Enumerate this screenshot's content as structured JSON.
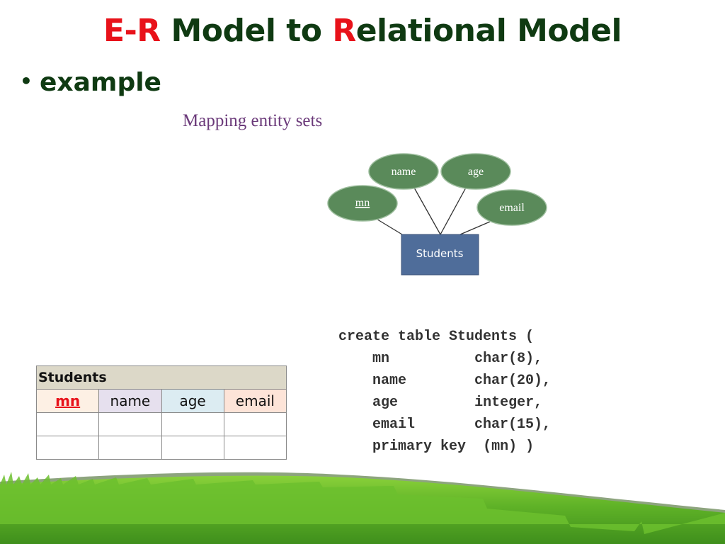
{
  "slide": {
    "title_parts": [
      {
        "text": "E-R",
        "style": "red"
      },
      {
        "text": " Model to ",
        "style": "normal"
      },
      {
        "text": "R",
        "style": "red"
      },
      {
        "text": "elational Model",
        "style": "normal"
      }
    ],
    "bullet": "example",
    "subheading": "Mapping entity sets"
  },
  "er_diagram": {
    "entity": "Students",
    "attributes": [
      {
        "label": "name",
        "key": false
      },
      {
        "label": "age",
        "key": false
      },
      {
        "label": "mn",
        "key": true
      },
      {
        "label": "email",
        "key": false
      }
    ]
  },
  "relation_table": {
    "name": "Students",
    "columns": [
      {
        "label": "mn",
        "primary_key": true
      },
      {
        "label": "name",
        "primary_key": false
      },
      {
        "label": "age",
        "primary_key": false
      },
      {
        "label": "email",
        "primary_key": false
      }
    ],
    "empty_rows": 2
  },
  "sql": {
    "header": "create table Students (",
    "fields": [
      {
        "name": "mn",
        "type": "char(8),"
      },
      {
        "name": "name",
        "type": "char(20),"
      },
      {
        "name": "age",
        "type": "integer,"
      },
      {
        "name": "email",
        "type": "char(15),"
      },
      {
        "name": "primary key",
        "type": "(mn) )"
      }
    ]
  },
  "colors": {
    "title_green": "#0f3a12",
    "accent_red": "#e8121a",
    "subheading_purple": "#6b3a7a",
    "attribute_fill": "#5a8a5a",
    "entity_fill": "#4f6d9a",
    "grass": "#6abf2a"
  }
}
